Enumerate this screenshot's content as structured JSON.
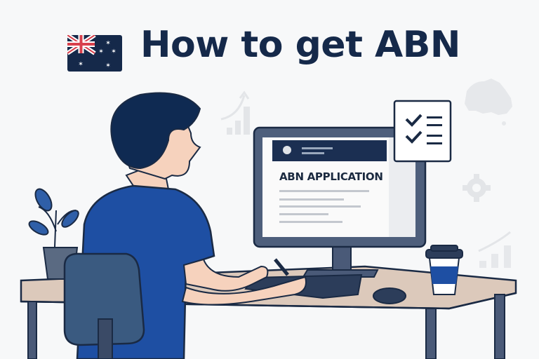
{
  "header": {
    "title": "How to get ABN",
    "flag": "australia-flag"
  },
  "monitor": {
    "screen_heading": "ABN APPLICATION",
    "logo": "government-crest-icon"
  },
  "decorations": [
    "growth-chart-icon",
    "australia-map-icon",
    "gear-icon",
    "checklist-icon",
    "coffee-cup",
    "plant",
    "mouse",
    "keyboard"
  ],
  "colors": {
    "background": "#f7f8f9",
    "navy": "#15294a",
    "blue": "#1e4fa3",
    "skin": "#f6d2bd",
    "desk": "#dcc9bb",
    "gray": "#e4e6e9"
  }
}
